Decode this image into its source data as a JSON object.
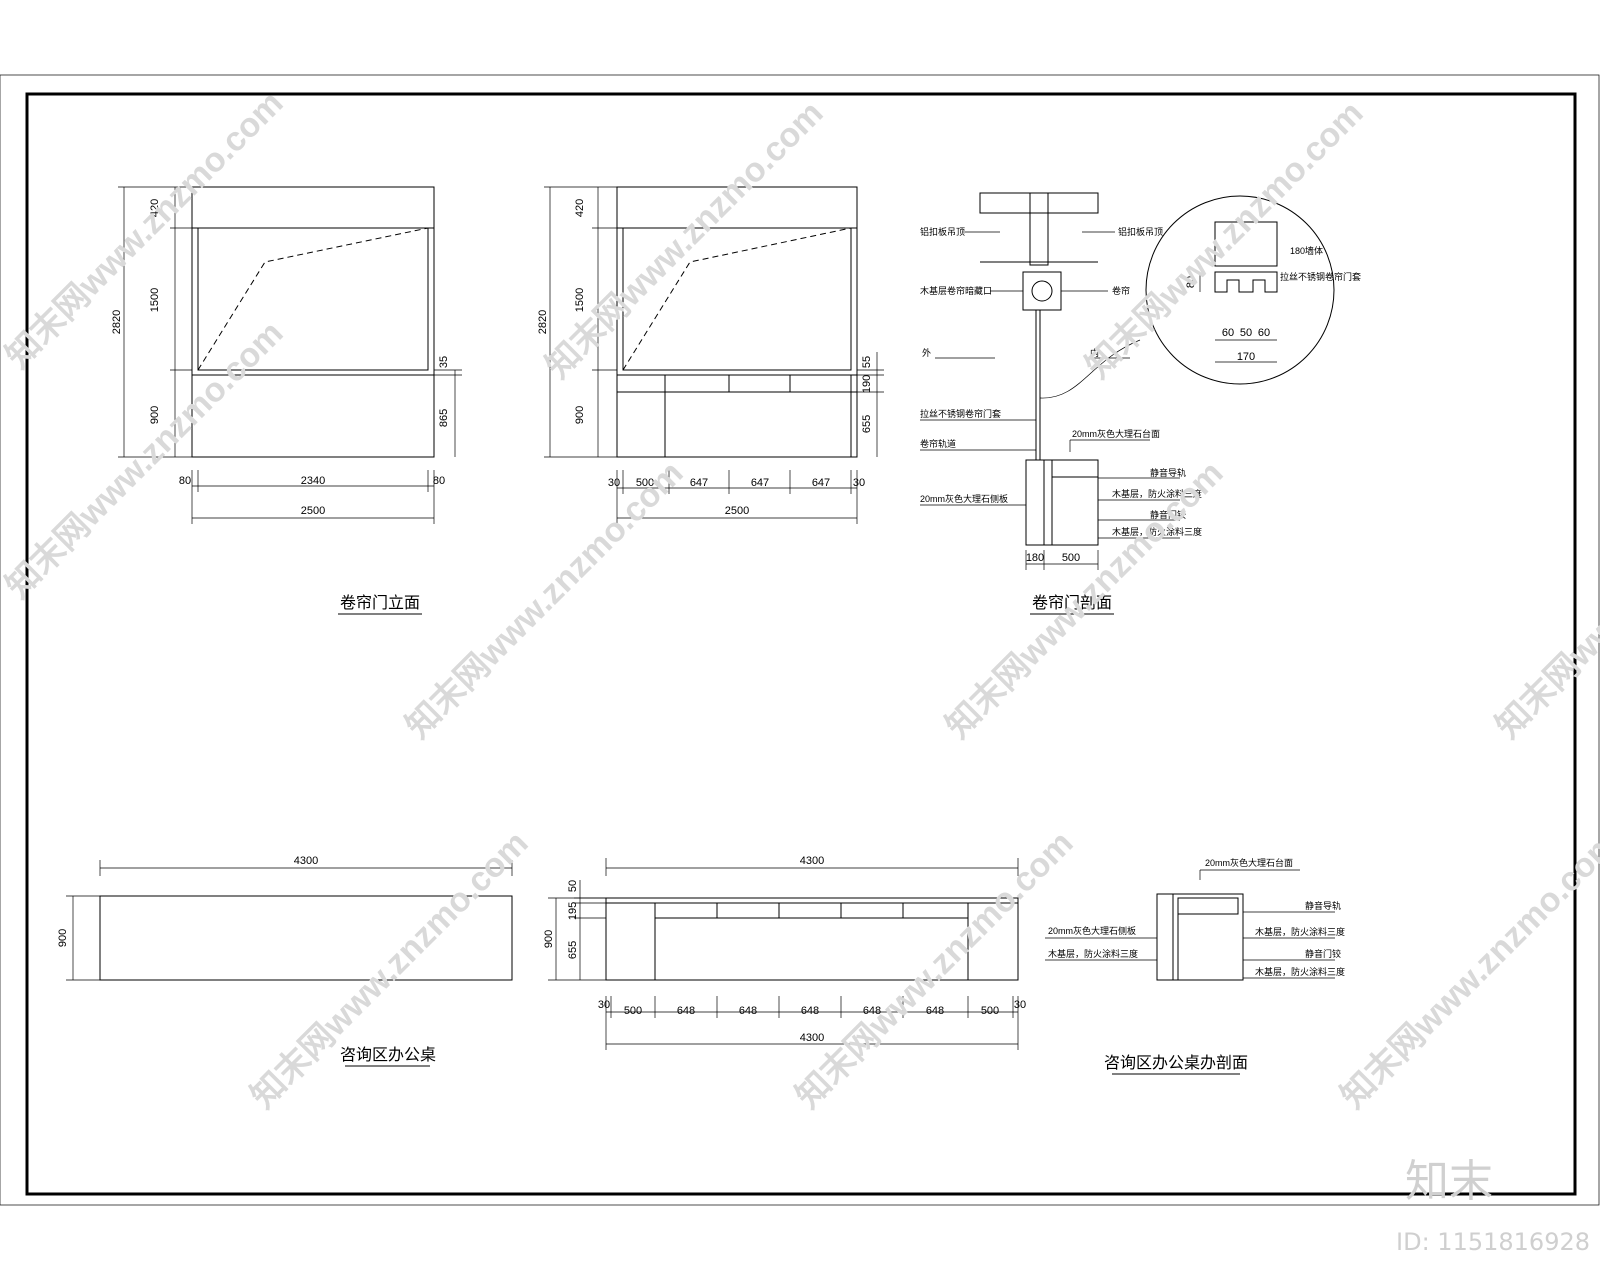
{
  "elevation_1": {
    "heights": [
      "420",
      "1500",
      "900",
      "2820",
      "35",
      "865"
    ],
    "widths": [
      "80",
      "2340",
      "80",
      "2500"
    ]
  },
  "elevation_2": {
    "heights": [
      "420",
      "1500",
      "900",
      "2820",
      "55",
      "190",
      "655"
    ],
    "widths": [
      "30",
      "500",
      "647",
      "647",
      "647",
      "30",
      "2500"
    ]
  },
  "section_1": {
    "labels": [
      "铝扣板吊顶",
      "铝扣板吊顶",
      "木基层卷帘暗藏口",
      "卷帘",
      "外",
      "内",
      "拉丝不锈钢卷帘门套",
      "卷帘轨道",
      "20mm灰色大理石台面",
      "静音导轨",
      "木基层，防火涂料三度",
      "静音门铰",
      "木基层，防火涂料三度",
      "20mm灰色大理石侧板"
    ],
    "dims": [
      "180",
      "500"
    ],
    "detail": {
      "labels": [
        "180墙体",
        "拉丝不锈钢卷帘门套"
      ],
      "dims": [
        "80",
        "60",
        "50",
        "60",
        "170"
      ]
    }
  },
  "titles": {
    "elevation": "卷帘门立面",
    "section": "卷帘门剖面",
    "desk": "咨询区办公桌",
    "desk_section": "咨询区办公桌办剖面"
  },
  "desk_1": {
    "width": "4300",
    "height": "900"
  },
  "desk_2": {
    "top": "4300",
    "heights": [
      "50",
      "195",
      "900",
      "655"
    ],
    "widths": [
      "30",
      "500",
      "648",
      "648",
      "648",
      "648",
      "648",
      "500",
      "30"
    ],
    "total": "4300"
  },
  "section_2": {
    "labels": [
      "20mm灰色大理石台面",
      "静音导轨",
      "20mm灰色大理石侧板",
      "木基层，防火涂料三度",
      "木基层，防火涂料三度",
      "静音门铰",
      "木基层，防火涂料三度"
    ]
  },
  "watermark": {
    "text": "知末网www.znzmo.com",
    "brand": "知末",
    "id": "ID: 1151816928"
  }
}
